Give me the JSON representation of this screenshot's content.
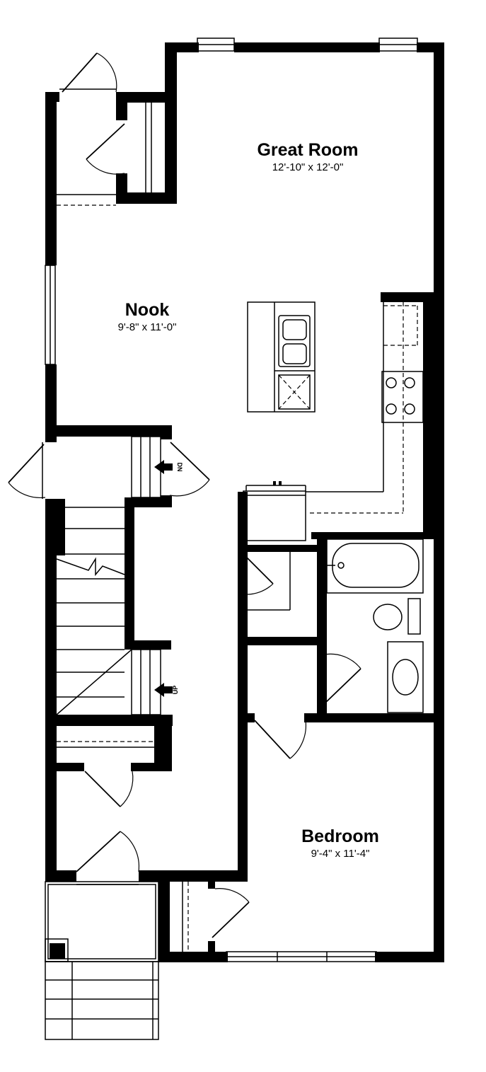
{
  "rooms": {
    "great_room": {
      "name": "Great Room",
      "dims": "12'-10\" x 12'-0\""
    },
    "nook": {
      "name": "Nook",
      "dims": "9'-8\" x 11'-0\""
    },
    "bedroom": {
      "name": "Bedroom",
      "dims": "9'-4\" x 11'-4\""
    }
  },
  "stairs": {
    "down_label": "DN",
    "up_label": "UP"
  }
}
